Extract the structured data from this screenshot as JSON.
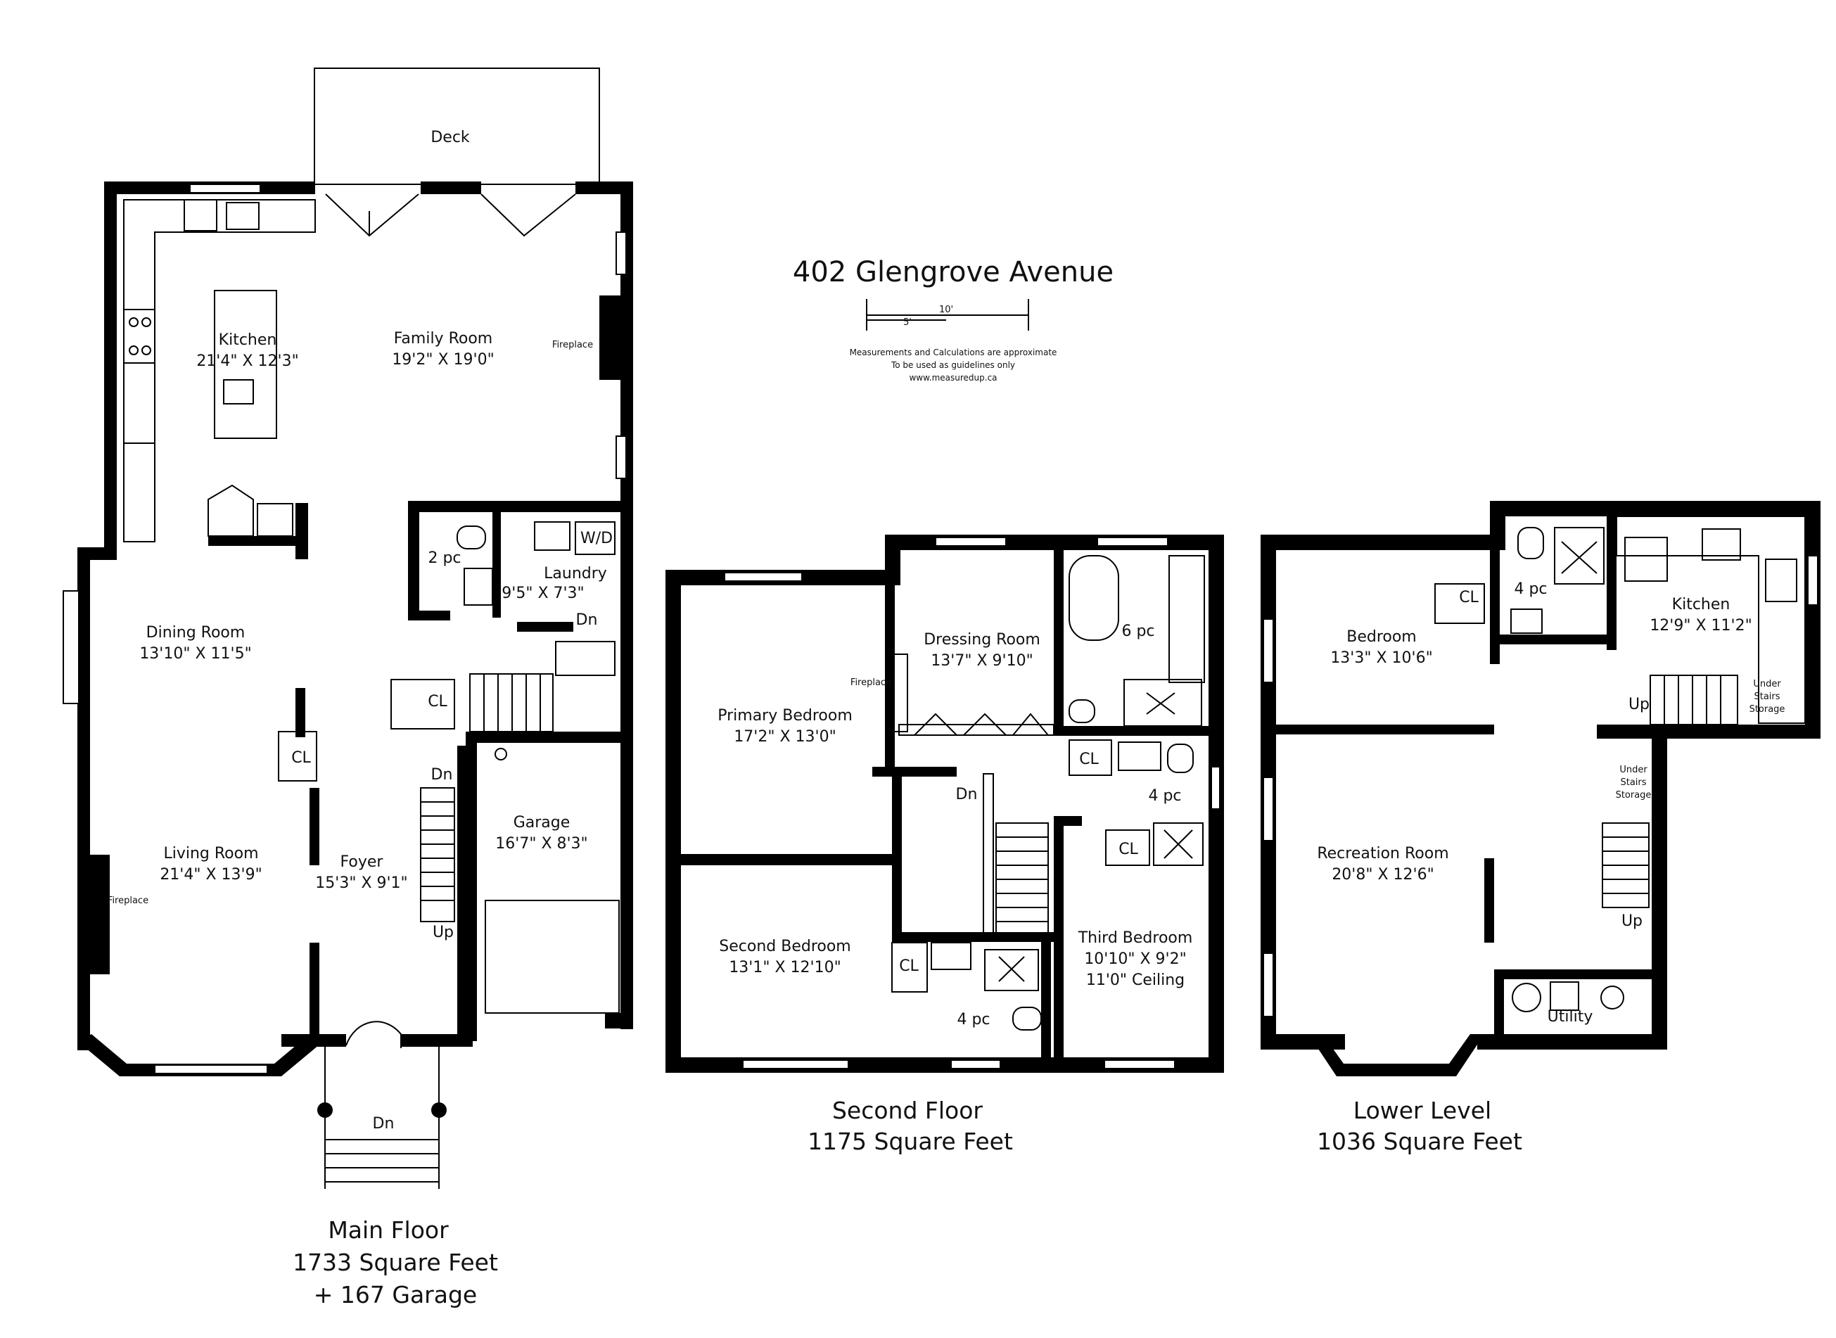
{
  "title": "402 Glengrove Avenue",
  "scale": {
    "ten": "10'",
    "five": "5'"
  },
  "disclaimer": [
    "Measurements and Calculations are approximate",
    "To be used as guidelines only",
    "www.measuredup.ca"
  ],
  "floors": {
    "main": {
      "name": "Main Floor",
      "area": "1733 Square Feet",
      "extra": "+ 167 Garage"
    },
    "second": {
      "name": "Second Floor",
      "area": "1175 Square Feet"
    },
    "lower": {
      "name": "Lower Level",
      "area": "1036 Square Feet"
    }
  },
  "rooms": {
    "deck": {
      "name": "Deck"
    },
    "kitchen_main": {
      "name": "Kitchen",
      "dim": "21'4\" X 12'3\""
    },
    "family_room": {
      "name": "Family Room",
      "dim": "19'2\" X 19'0\""
    },
    "dining_room": {
      "name": "Dining Room",
      "dim": "13'10\" X 11'5\""
    },
    "living_room": {
      "name": "Living Room",
      "dim": "21'4\" X 13'9\""
    },
    "foyer": {
      "name": "Foyer",
      "dim": "15'3\" X 9'1\""
    },
    "garage": {
      "name": "Garage",
      "dim": "16'7\" X 8'3\""
    },
    "laundry": {
      "name": "Laundry",
      "dim": "9'5\" X 7'3\""
    },
    "powder": {
      "name": "2 pc"
    },
    "primary_bedroom": {
      "name": "Primary Bedroom",
      "dim": "17'2\" X 13'0\""
    },
    "dressing_room": {
      "name": "Dressing Room",
      "dim": "13'7\" X 9'10\""
    },
    "ensuite": {
      "name": "6 pc"
    },
    "second_bedroom": {
      "name": "Second Bedroom",
      "dim": "13'1\" X 12'10\""
    },
    "third_bedroom": {
      "name": "Third Bedroom",
      "dim": "10'10\" X 9'2\"",
      "note": "11'0\" Ceiling"
    },
    "bath_second_a": {
      "name": "4 pc"
    },
    "bath_second_b": {
      "name": "4 pc"
    },
    "lower_bedroom": {
      "name": "Bedroom",
      "dim": "13'3\" X 10'6\""
    },
    "lower_bath": {
      "name": "4 pc"
    },
    "lower_kitchen": {
      "name": "Kitchen",
      "dim": "12'9\" X 11'2\""
    },
    "recreation_room": {
      "name": "Recreation Room",
      "dim": "20'8\" X 12'6\""
    },
    "utility": {
      "name": "Utility"
    }
  },
  "labels": {
    "fireplace": "Fireplace",
    "closet": "CL",
    "washer_dryer": "W/D",
    "down": "Dn",
    "up": "Up",
    "under_stairs": "Under",
    "under_stairs_2": "Stairs",
    "under_stairs_3": "Storage"
  }
}
